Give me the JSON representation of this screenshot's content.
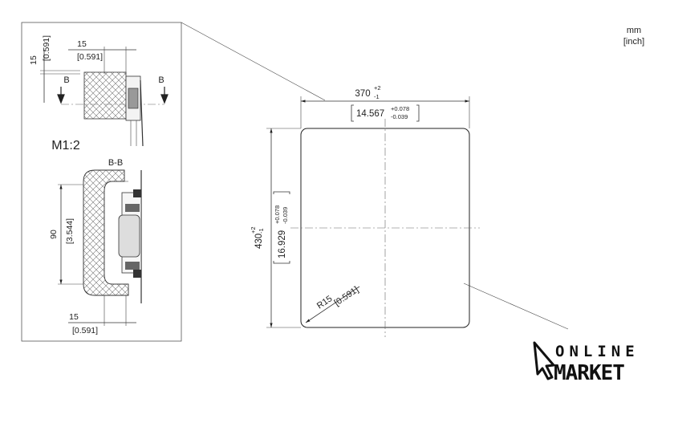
{
  "units": {
    "line1": "mm",
    "line2": "[inch]"
  },
  "detail": {
    "scale": "M1:2",
    "section_marker_left": "B",
    "section_marker_right": "B",
    "section_label": "B-B",
    "top_vertical_dim": {
      "mm": "15",
      "inch": "[0.591]"
    },
    "top_horizontal_dim": {
      "mm": "15",
      "inch": "[0.591]"
    },
    "height_dim": {
      "mm": "90",
      "inch": "[3.544]"
    },
    "bottom_horizontal_dim": {
      "mm": "15",
      "inch": "[0.591]"
    }
  },
  "cutout": {
    "width_dim": {
      "mm": "370",
      "tol_upper": "+2",
      "tol_lower": "-1",
      "inch": "14.567",
      "inch_tol_upper": "+0.078",
      "inch_tol_lower": "-0.039"
    },
    "height_dim": {
      "mm": "430",
      "tol_upper": "+2",
      "tol_lower": "-1",
      "inch": "16.929",
      "inch_tol_upper": "+0.078",
      "inch_tol_lower": "-0.039"
    },
    "radius_dim": {
      "mm": "R15",
      "inch": "[0.591]"
    }
  },
  "logo": {
    "line1": "ONLINE",
    "line2": "MARKET",
    "icon": "cursor-arrow-icon"
  }
}
